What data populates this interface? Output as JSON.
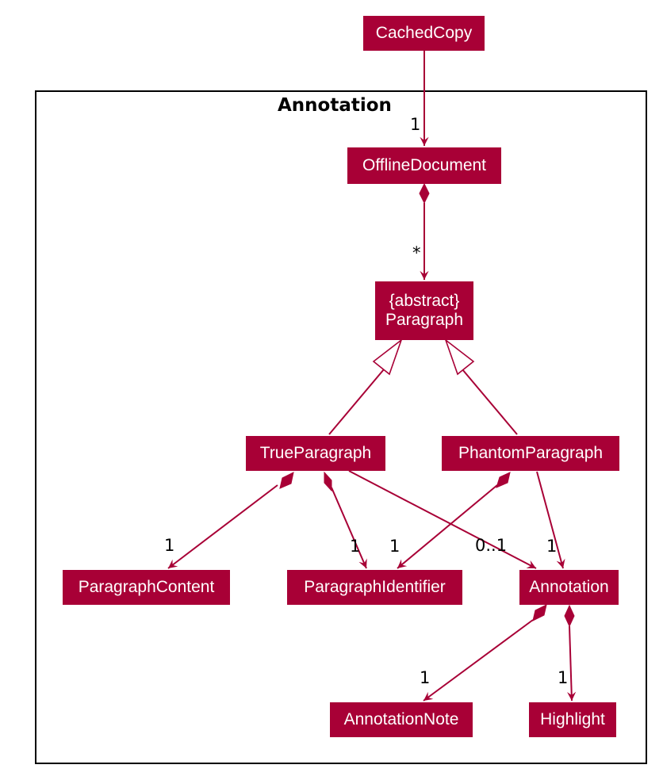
{
  "package": {
    "title": "Annotation"
  },
  "classes": {
    "cached_copy": "CachedCopy",
    "offline_document": "OfflineDocument",
    "paragraph_stereotype": "{abstract}",
    "paragraph": "Paragraph",
    "true_paragraph": "TrueParagraph",
    "phantom_paragraph": "PhantomParagraph",
    "paragraph_content": "ParagraphContent",
    "paragraph_identifier": "ParagraphIdentifier",
    "annotation": "Annotation",
    "annotation_note": "AnnotationNote",
    "highlight": "Highlight"
  },
  "multiplicities": {
    "cachedcopy_offlinedocument": "1",
    "offlinedocument_paragraph": "*",
    "true_content": "1",
    "true_identifier": "1",
    "phantom_identifier": "1",
    "true_annotation": "0..1",
    "phantom_annotation": "1",
    "annotation_note": "1",
    "annotation_highlight": "1"
  },
  "colors": {
    "class_fill": "#A80036",
    "line": "#A80036",
    "frame": "#000000"
  }
}
